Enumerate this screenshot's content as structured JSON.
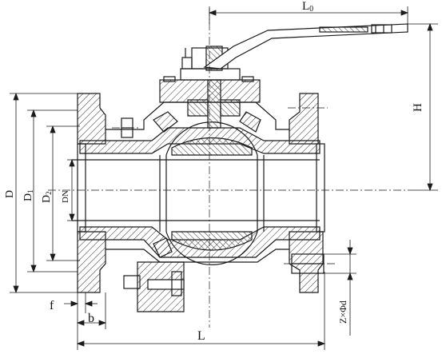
{
  "labels": {
    "L0": "L",
    "L0_sub": "0",
    "H": "H",
    "D": "D",
    "D1": "D",
    "D1_sub": "1",
    "D2": "D",
    "D2_sub": "2",
    "DN": "DN",
    "f": "f",
    "b": "b",
    "L": "L",
    "Zd": "Z×Φd"
  },
  "colors": {
    "line": "#1a1a1a",
    "hatch": "#333333",
    "background": "#ffffff"
  }
}
